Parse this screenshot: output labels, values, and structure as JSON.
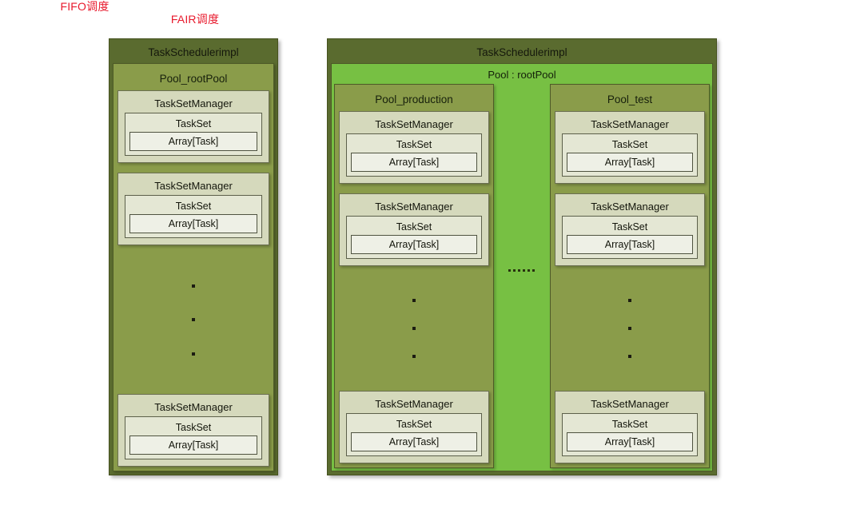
{
  "page": {
    "background": "#ffffff",
    "caption_color": "#e8192c"
  },
  "palette": {
    "scheduler_fill": "#5a6b2f",
    "rootpool_fair_fill": "#77c043",
    "pool_fill": "#8a9c4a",
    "taskset_manager_fill": "#d5d9bc",
    "taskset_fill": "#e4e7d4",
    "array_task_fill": "#eef0e6",
    "border_dark": "#4e5a27"
  },
  "fifo": {
    "caption": "FIFO调度",
    "scheduler_title": "TaskSchedulerimpl",
    "pool_title": "Pool_rootPool",
    "managers": [
      {
        "title": "TaskSetManager",
        "taskset": "TaskSet",
        "array": "Array[Task]"
      },
      {
        "title": "TaskSetManager",
        "taskset": "TaskSet",
        "array": "Array[Task]"
      },
      {
        "title": "TaskSetManager",
        "taskset": "TaskSet",
        "array": "Array[Task]"
      }
    ],
    "ellipsis": "vertical-ellipsis"
  },
  "fair": {
    "caption": "FAIR调度",
    "scheduler_title": "TaskSchedulerimpl",
    "rootpool_title": "Pool : rootPool",
    "between_pools_ellipsis": "horizontal-ellipsis",
    "pools": [
      {
        "title": "Pool_production",
        "managers": [
          {
            "title": "TaskSetManager",
            "taskset": "TaskSet",
            "array": "Array[Task]"
          },
          {
            "title": "TaskSetManager",
            "taskset": "TaskSet",
            "array": "Array[Task]"
          },
          {
            "title": "TaskSetManager",
            "taskset": "TaskSet",
            "array": "Array[Task]"
          }
        ],
        "ellipsis": "vertical-ellipsis"
      },
      {
        "title": "Pool_test",
        "managers": [
          {
            "title": "TaskSetManager",
            "taskset": "TaskSet",
            "array": "Array[Task]"
          },
          {
            "title": "TaskSetManager",
            "taskset": "TaskSet",
            "array": "Array[Task]"
          },
          {
            "title": "TaskSetManager",
            "taskset": "TaskSet",
            "array": "Array[Task]"
          }
        ],
        "ellipsis": "vertical-ellipsis"
      }
    ]
  }
}
